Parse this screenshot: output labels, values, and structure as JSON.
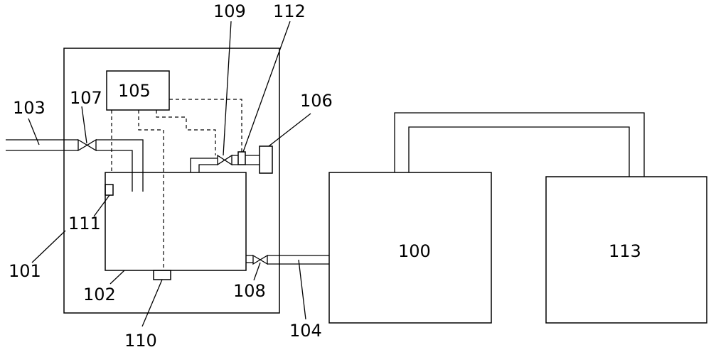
{
  "labels": {
    "l100": "100",
    "l101": "101",
    "l102": "102",
    "l103": "103",
    "l104": "104",
    "l105": "105",
    "l106": "106",
    "l107": "107",
    "l108": "108",
    "l109": "109",
    "l110": "110",
    "l111": "111",
    "l112": "112",
    "l113": "113"
  }
}
